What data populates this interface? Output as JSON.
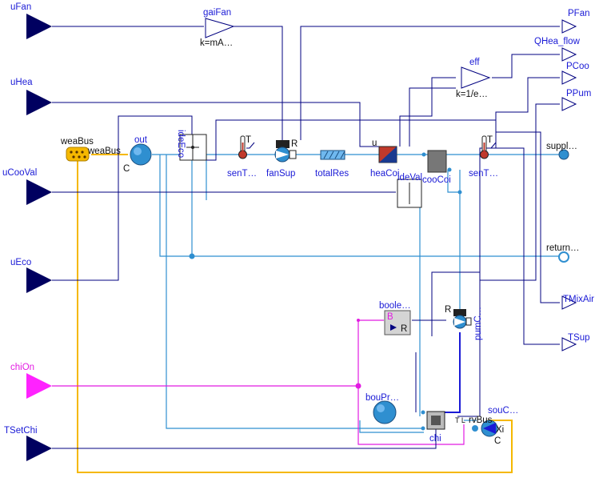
{
  "inputs": {
    "uFan": "uFan",
    "uHea": "uHea",
    "uCooVal": "uCooVal",
    "uEco": "uEco",
    "chiOn": "chiOn",
    "TSetChi": "TSetChi"
  },
  "outputs": {
    "PFan": "PFan",
    "QHea_flow": "QHea_flow",
    "PCoo": "PCoo",
    "PPum": "PPum",
    "TMixAir": "TMixAir",
    "TSup": "TSup"
  },
  "ports": {
    "supply": "suppl…",
    "return": "return…"
  },
  "blocks": {
    "gaiFan": "gaiFan",
    "gaiFan_param": "k=mA…",
    "eff": "eff",
    "eff_param": "k=1/e…",
    "weaBus_title": "weaBus",
    "weaBus_conn": "weaBus",
    "out": "out",
    "out_c": "C",
    "ideEco": "ideEco",
    "senTMix": "senT…",
    "senTMix_T": "T",
    "fanSup": "fanSup",
    "fanSup_R": "R",
    "totalRes": "totalRes",
    "heaCoi": "heaCoi",
    "heaCoi_u": "u",
    "cooCoi": "cooCoi",
    "ideVal": "ideVal",
    "senTSup": "senT…",
    "senTSup_T": "T",
    "booToRea": "boole…",
    "booToRea_B": "B",
    "booToRea_R": "R",
    "pumChiWat": "pumC…",
    "pumChiWat_R": "R",
    "bouPre": "bouPr…",
    "chi": "chi",
    "chi_TL": "T L",
    "souCon": "souC…",
    "souCon_rBus": "rvBus",
    "souCon_C": "C",
    "souCon_Xi": "Xi"
  },
  "colors": {
    "signal": "#000080",
    "fluid": "#2f8fd0",
    "boolean": "#e21be2",
    "bus": "#f5b800",
    "label": "#1a1ad6"
  }
}
